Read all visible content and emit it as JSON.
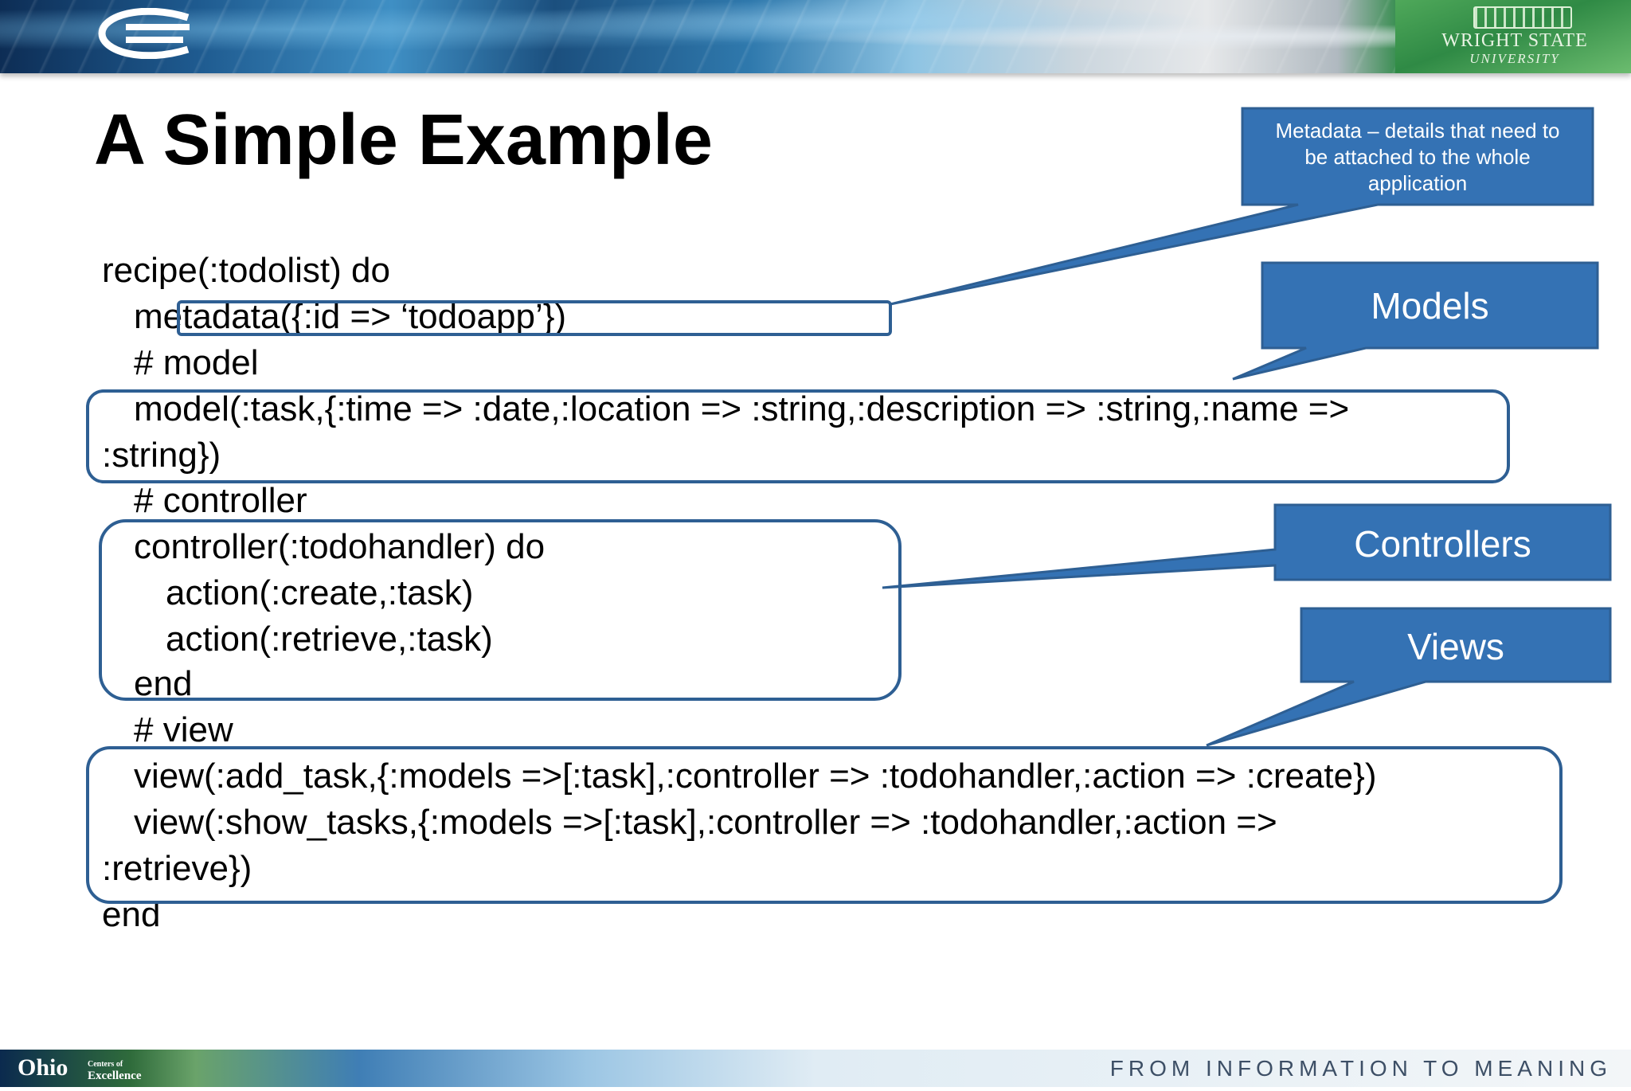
{
  "header": {
    "logo_glyph": "e",
    "university_name": "WRIGHT STATE",
    "university_sub": "UNIVERSITY"
  },
  "slide": {
    "title": "A Simple Example",
    "code_lines": [
      "recipe(:todolist) do",
      "metadata({:id => ‘todoapp’})",
      "# model",
      "model(:task,{:time => :date,:location => :string,:description => :string,:name =>",
      ":string})",
      "# controller",
      "controller(:todohandler) do",
      "action(:create,:task)",
      "action(:retrieve,:task)",
      "end",
      "# view",
      "view(:add_task,{:models =>[:task],:controller => :todohandler,:action => :create})",
      "view(:show_tasks,{:models =>[:task],:controller => :todohandler,:action =>",
      ":retrieve})",
      "end"
    ]
  },
  "callouts": {
    "metadata_lines": [
      "Metadata – details that need to",
      "be attached to  the whole",
      "application"
    ],
    "models": "Models",
    "controllers": "Controllers",
    "views": "Views",
    "fill_color": "#3472b4",
    "border_color": "#2e5f93"
  },
  "footer": {
    "ohio": "Ohio",
    "ohio_sub_1": "Centers of",
    "ohio_sub_2": "Excellence",
    "slogan": "FROM INFORMATION TO MEANING"
  }
}
